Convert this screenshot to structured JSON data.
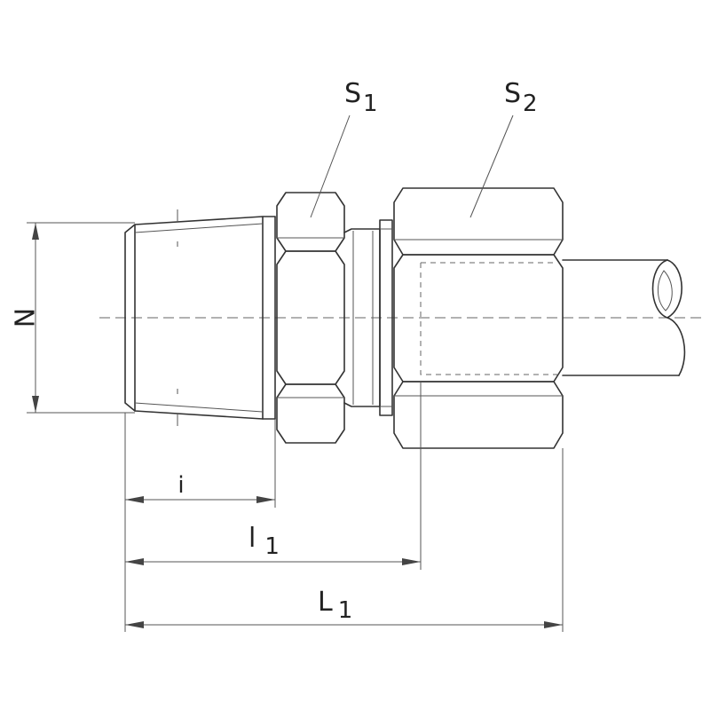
{
  "labels": {
    "s1": "S",
    "s1_sub": "1",
    "s2": "S",
    "s2_sub": "2",
    "n": "N",
    "i": "i",
    "l1": "l",
    "l1_sub": "1",
    "L1": "L",
    "L1_sub": "1"
  },
  "colors": {
    "line": "#333333",
    "background": "#ffffff"
  }
}
